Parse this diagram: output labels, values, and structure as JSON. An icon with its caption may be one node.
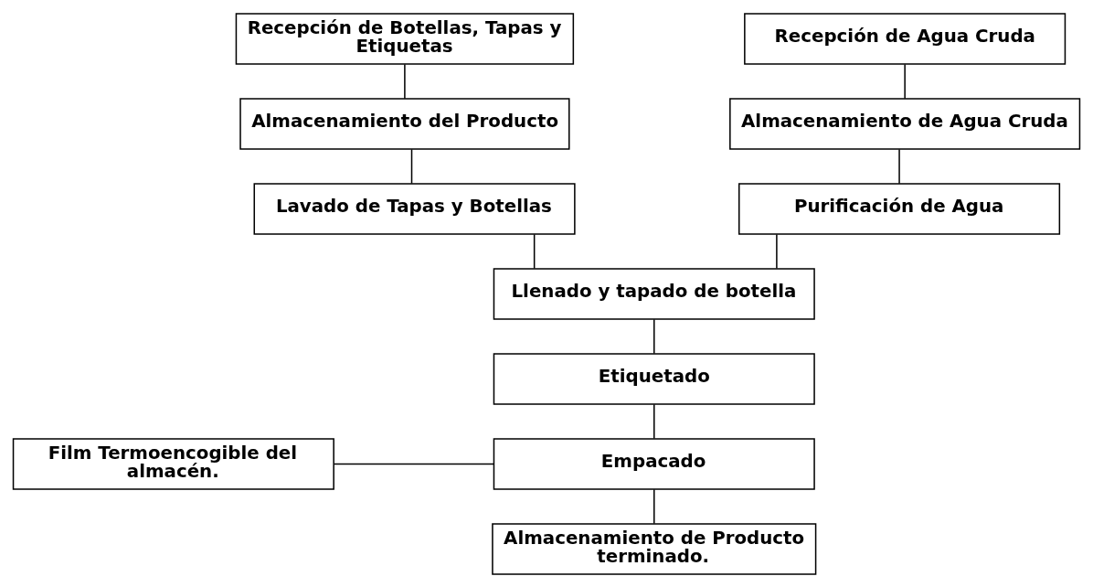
{
  "diagram": {
    "nodes": [
      {
        "text": [
          "Recepción de Botellas, Tapas y Etiquetas"
        ]
      },
      {
        "text": [
          "Almacenamiento del Producto"
        ]
      },
      {
        "text": [
          "Lavado de Tapas y Botellas"
        ]
      },
      {
        "text": [
          "Recepción de Agua Cruda"
        ]
      },
      {
        "text": [
          "Almacenamiento de Agua Cruda"
        ]
      },
      {
        "text": [
          "Purificación de Agua"
        ]
      },
      {
        "text": [
          "Llenado y tapado de botella"
        ]
      },
      {
        "text": [
          "Etiquetado"
        ]
      },
      {
        "text": [
          "Film Termoencogible del almacén."
        ]
      },
      {
        "text": [
          "Empacado"
        ]
      },
      {
        "text": [
          "Almacenamiento de Producto terminado."
        ]
      }
    ],
    "edges": [
      {
        "from": 0,
        "to": 1,
        "arrow": "none"
      },
      {
        "from": 1,
        "to": 2,
        "arrow": "none"
      },
      {
        "from": 3,
        "to": 4,
        "arrow": "none"
      },
      {
        "from": 4,
        "to": 5,
        "arrow": "none"
      },
      {
        "from": 5,
        "to": 6,
        "arrow": "none"
      },
      {
        "from": 2,
        "to": 6,
        "arrow": "none"
      },
      {
        "from": 6,
        "to": 7,
        "arrow": "none"
      },
      {
        "from": 7,
        "to": 9,
        "arrow": "none"
      },
      {
        "from": 8,
        "to": 9,
        "arrow": "none"
      },
      {
        "from": 9,
        "to": 10,
        "arrow": "none"
      }
    ]
  }
}
